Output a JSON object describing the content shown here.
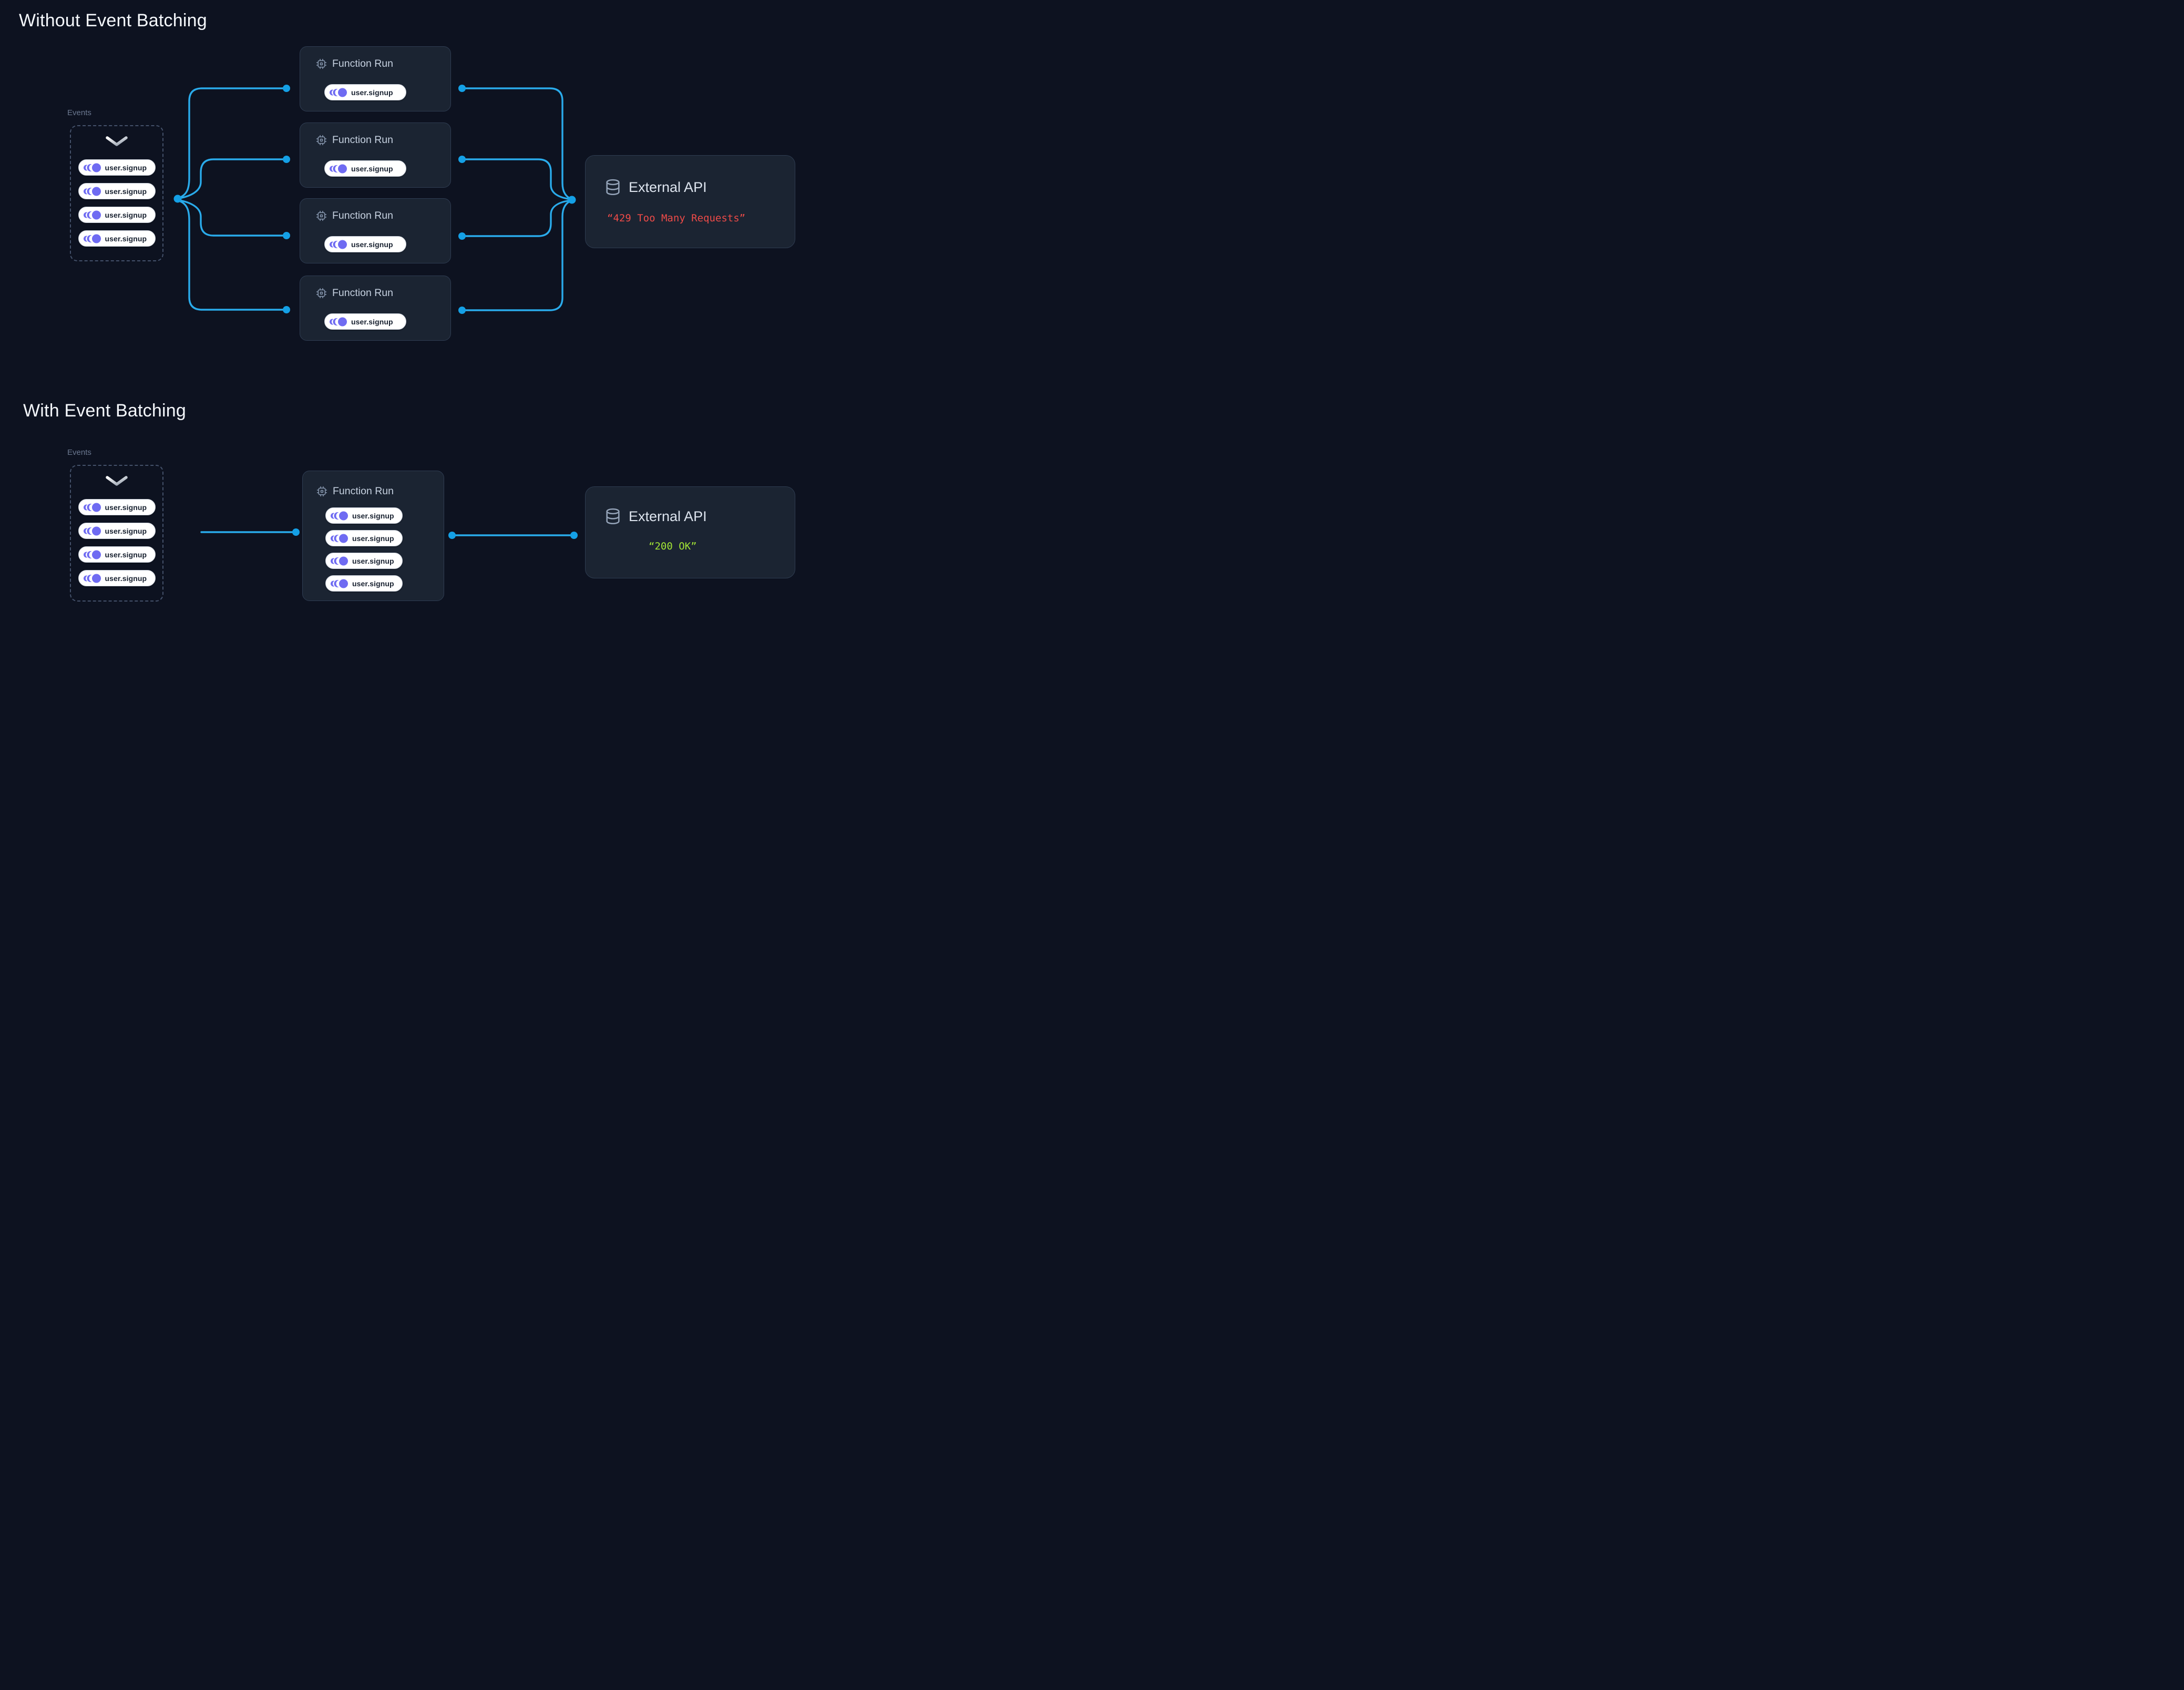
{
  "colors": {
    "page_bg": "#0d1220",
    "card_bg": "#1b2432",
    "card_border": "#2f3d52",
    "accent_blue": "#2aabeb",
    "event_purple": "#6f6bf2",
    "error_red": "#ef4b48",
    "success_green": "#a3e635"
  },
  "sections": {
    "top": {
      "title": "Without Event Batching",
      "events_label": "Events",
      "event_pills": [
        "user.signup",
        "user.signup",
        "user.signup",
        "user.signup"
      ],
      "function_cards": [
        {
          "title": "Function Run",
          "pills": [
            "user.signup"
          ]
        },
        {
          "title": "Function Run",
          "pills": [
            "user.signup"
          ]
        },
        {
          "title": "Function Run",
          "pills": [
            "user.signup"
          ]
        },
        {
          "title": "Function Run",
          "pills": [
            "user.signup"
          ]
        }
      ],
      "external_api": {
        "title": "External API",
        "status": "“429 Too Many Requests”"
      }
    },
    "bottom": {
      "title": "With Event Batching",
      "events_label": "Events",
      "event_pills": [
        "user.signup",
        "user.signup",
        "user.signup",
        "user.signup"
      ],
      "function_card": {
        "title": "Function Run",
        "pills": [
          "user.signup",
          "user.signup",
          "user.signup",
          "user.signup"
        ]
      },
      "external_api": {
        "title": "External API",
        "status": "“200 OK”"
      }
    }
  }
}
